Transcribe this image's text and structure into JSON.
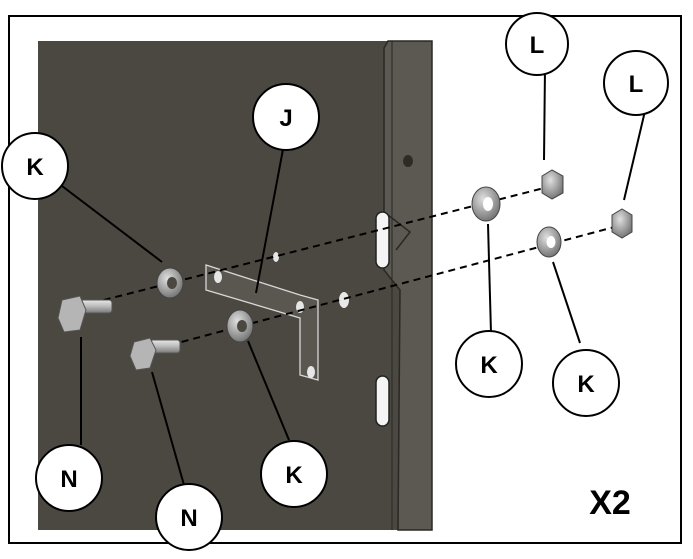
{
  "diagram": {
    "callouts": [
      {
        "id": "k1",
        "label": "K"
      },
      {
        "id": "j",
        "label": "J"
      },
      {
        "id": "l1",
        "label": "L"
      },
      {
        "id": "l2",
        "label": "L"
      },
      {
        "id": "k2",
        "label": "K"
      },
      {
        "id": "k3",
        "label": "K"
      },
      {
        "id": "n1",
        "label": "N"
      },
      {
        "id": "n2",
        "label": "N"
      },
      {
        "id": "k4",
        "label": "K"
      }
    ],
    "quantity": "X2"
  }
}
